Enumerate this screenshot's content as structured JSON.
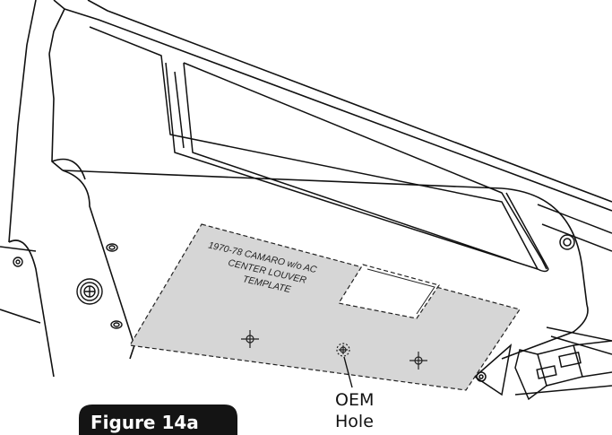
{
  "template": {
    "line1": "1970-78 CAMARO w/o AC",
    "line2": "CENTER LOUVER",
    "line3": "TEMPLATE"
  },
  "callout": {
    "line1": "OEM",
    "line2": "Hole"
  },
  "figure": {
    "label": "Figure 14a"
  }
}
